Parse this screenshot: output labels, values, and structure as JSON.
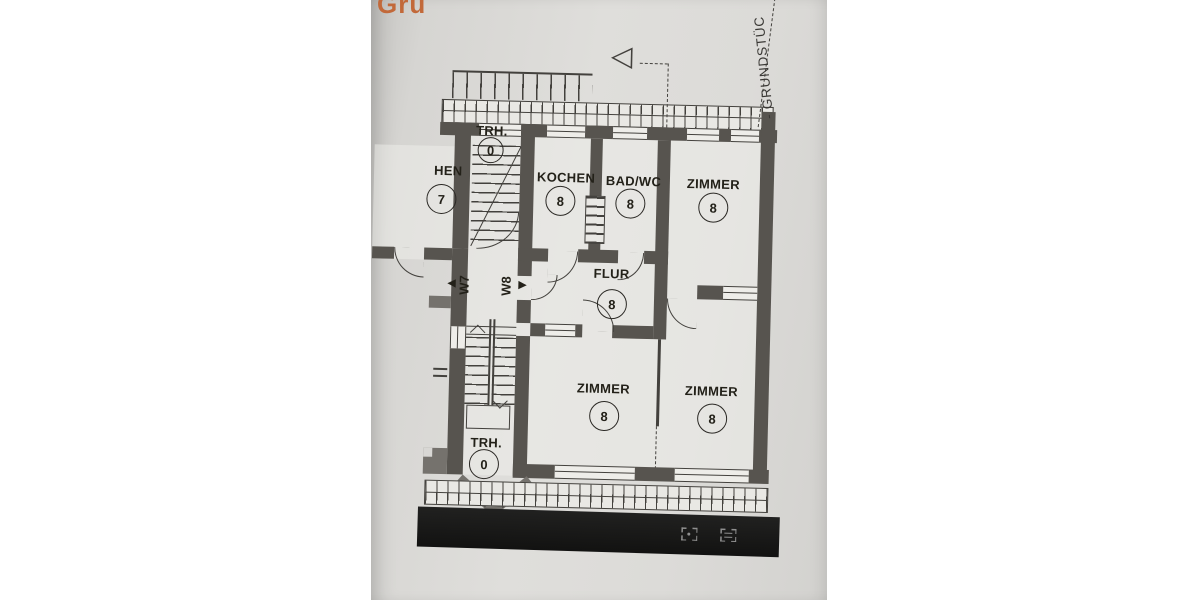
{
  "annotations": {
    "corner_note": "Gru",
    "boundary_label": "- GRUNDSTÜC",
    "boundary_arrow": "◁"
  },
  "rooms": [
    {
      "id": "hen",
      "label": "HEN",
      "number": "7"
    },
    {
      "id": "trh-top",
      "label": "TRH.",
      "number": "0"
    },
    {
      "id": "kochen",
      "label": "KOCHEN",
      "number": "8"
    },
    {
      "id": "bad-wc",
      "label": "BAD/WC",
      "number": "8"
    },
    {
      "id": "zimmer-top",
      "label": "ZIMMER",
      "number": "8"
    },
    {
      "id": "flur",
      "label": "FLUR",
      "number": "8"
    },
    {
      "id": "zimmer-mid",
      "label": "ZIMMER",
      "number": "8"
    },
    {
      "id": "zimmer-right",
      "label": "ZIMMER",
      "number": "8"
    },
    {
      "id": "trh-bottom",
      "label": "TRH.",
      "number": "0"
    }
  ],
  "entrances": [
    {
      "label": "W7",
      "arrow": "◀"
    },
    {
      "label": "W8",
      "arrow": "▶"
    }
  ],
  "colors": {
    "paper": "#dcdbd8",
    "ink": "#43413d",
    "wall": "#57544f",
    "band": "#191917",
    "accent_orange": "#c2693a"
  }
}
